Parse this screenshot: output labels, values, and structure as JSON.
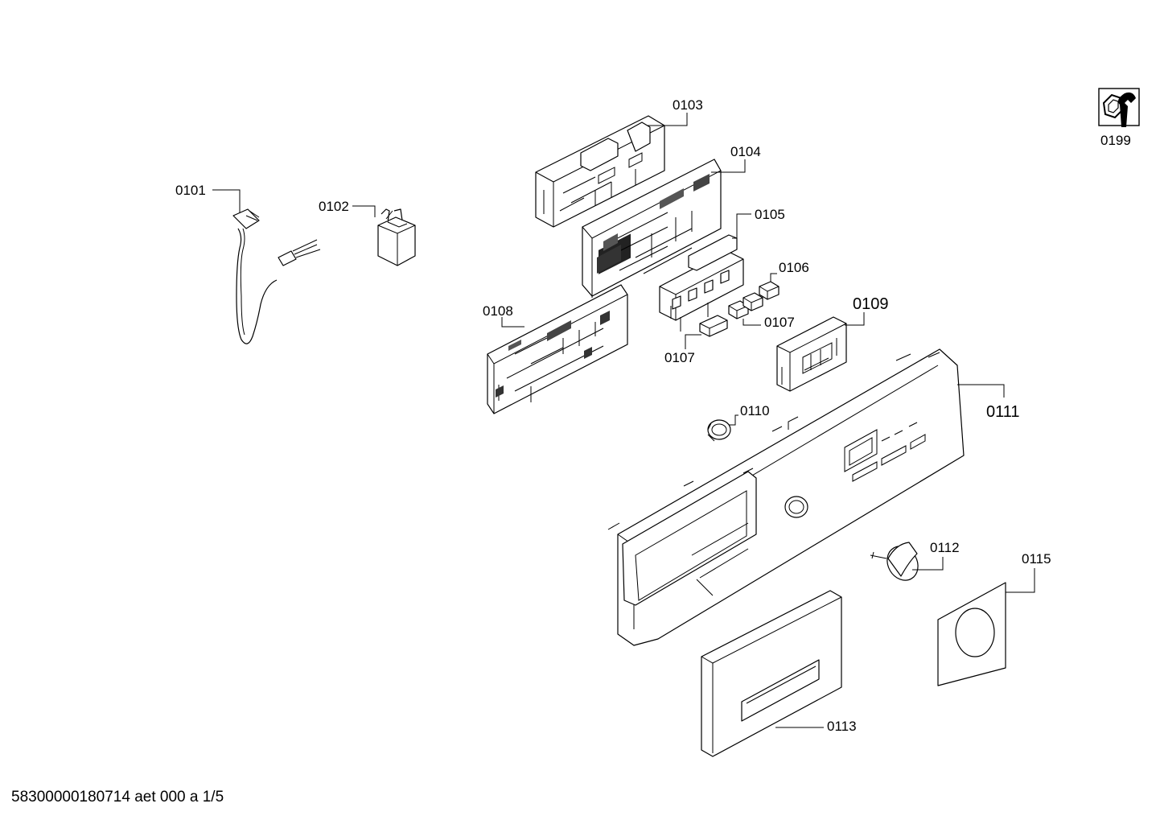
{
  "parts": [
    {
      "id": "0101"
    },
    {
      "id": "0102"
    },
    {
      "id": "0103"
    },
    {
      "id": "0104"
    },
    {
      "id": "0105"
    },
    {
      "id": "0106"
    },
    {
      "id": "0107a",
      "label": "0107"
    },
    {
      "id": "0107b",
      "label": "0107"
    },
    {
      "id": "0108"
    },
    {
      "id": "0109"
    },
    {
      "id": "0110"
    },
    {
      "id": "0111"
    },
    {
      "id": "0112"
    },
    {
      "id": "0113"
    },
    {
      "id": "0115"
    },
    {
      "id": "0199"
    }
  ],
  "labels": {
    "p0101": "0101",
    "p0102": "0102",
    "p0103": "0103",
    "p0104": "0104",
    "p0105": "0105",
    "p0106": "0106",
    "p0107a": "0107",
    "p0107b": "0107",
    "p0108": "0108",
    "p0109": "0109",
    "p0110": "0110",
    "p0111": "0111",
    "p0112": "0112",
    "p0113": "0113",
    "p0115": "0115",
    "p0199": "0199"
  },
  "footer": "58300000180714 aet 000 a 1/5",
  "icons": {
    "service_kit": "wrench-bolt-icon"
  }
}
